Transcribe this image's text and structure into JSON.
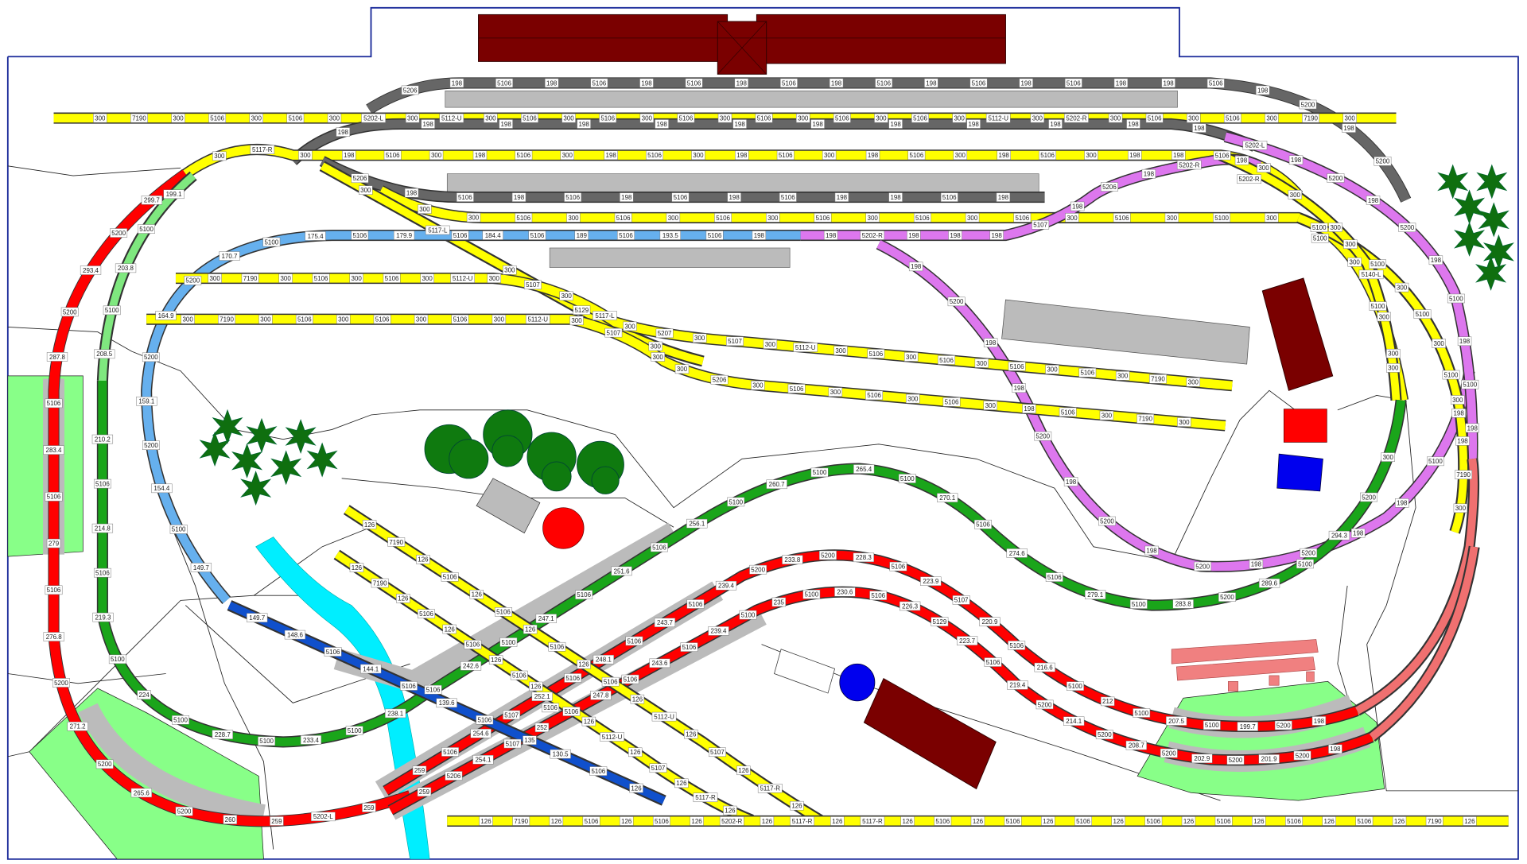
{
  "title": "Model railway track plan",
  "colors": {
    "yellow": "#ffff00",
    "grey_track": "#666666",
    "red": "#ff0000",
    "salmon": "#f07070",
    "green": "#1aa51a",
    "light_green": "#7fe87f",
    "light_blue": "#66b0ee",
    "dark_blue": "#1050cc",
    "pink": "#dd77ee",
    "river": "#00eeff",
    "building": "#7a0000",
    "platform": "#bbbbbb",
    "grass": "#88ff88",
    "board_edge": "#1a2a9a",
    "tree": "#0f6f0f"
  },
  "tracks": {
    "grey_top": [
      "5206",
      "198",
      "5106",
      "198",
      "5106",
      "198",
      "5106",
      "198",
      "5106",
      "198",
      "5106",
      "198",
      "5106",
      "198",
      "5106",
      "198",
      "198",
      "5106",
      "198",
      "5200",
      "198",
      "5200"
    ],
    "yellow_top": [
      "300",
      "7190",
      "300",
      "5106",
      "300",
      "5106",
      "300",
      "5202-L",
      "300",
      "5112-U",
      "300",
      "5106",
      "300",
      "5106",
      "300",
      "5106",
      "300",
      "5106",
      "300",
      "5106",
      "300",
      "5106",
      "300",
      "5112-U",
      "300",
      "5202-R",
      "300",
      "5106",
      "300",
      "5106",
      "300",
      "7190",
      "300"
    ],
    "grey_2": [
      "198",
      "198",
      "198",
      "198",
      "198",
      "198",
      "198",
      "198",
      "198",
      "198",
      "198",
      "198"
    ],
    "yellow_2": [
      "300",
      "5117-R",
      "300",
      "198",
      "5106",
      "300",
      "198",
      "5106",
      "300",
      "198",
      "5106",
      "300",
      "198",
      "5106",
      "300",
      "198",
      "5106",
      "300",
      "198",
      "5106",
      "300",
      "198",
      "198",
      "5106",
      "300"
    ],
    "grey_3": [
      "5206",
      "198",
      "5106",
      "198",
      "5106",
      "198",
      "5106",
      "198",
      "5106",
      "198",
      "198",
      "5106",
      "198"
    ],
    "yellow_3": [
      "300",
      "300",
      "5106",
      "300",
      "5106",
      "300",
      "5106",
      "300",
      "5106",
      "300",
      "5106",
      "300",
      "5106",
      "300",
      "5106",
      "300",
      "5100",
      "300",
      "5100",
      "300",
      "5100",
      "300"
    ],
    "light_blue": [
      "149.7",
      "5100",
      "154.4",
      "5200",
      "159.1",
      "5200",
      "164.9",
      "5200",
      "170.7",
      "5100",
      "175.4",
      "5106",
      "179.9",
      "5106",
      "184.4",
      "5106",
      "189",
      "5106",
      "193.5",
      "5106",
      "198"
    ],
    "pink_straight": [
      "198",
      "5202-R",
      "198",
      "198",
      "198",
      "5107",
      "198",
      "5206",
      "198",
      "5202-R",
      "198"
    ],
    "pink_loop": [
      "198",
      "5200",
      "198",
      "198",
      "5200",
      "198",
      "5200",
      "198",
      "5200",
      "198",
      "5200",
      "198",
      "198",
      "5100",
      "198"
    ],
    "pink_right": [
      "5202-L",
      "198",
      "5200",
      "198",
      "5200",
      "198",
      "5100",
      "198",
      "5100",
      "198"
    ],
    "yellow_285": [
      "300",
      "7190",
      "300",
      "5106",
      "300",
      "5106",
      "300",
      "5112-U",
      "300",
      "5107",
      "300",
      "5117-L",
      "300",
      "5207",
      "300",
      "5107",
      "300",
      "5112-U",
      "300",
      "5106",
      "300",
      "5106",
      "300",
      "5106",
      "300",
      "5106",
      "300",
      "7190",
      "300"
    ],
    "yellow_327": [
      "300",
      "7190",
      "300",
      "5106",
      "300",
      "5106",
      "300",
      "5106",
      "300",
      "5112-U",
      "300",
      "5107",
      "300",
      "300",
      "5206",
      "300",
      "5106",
      "300",
      "5106",
      "300",
      "5106",
      "300",
      "198",
      "5106",
      "300",
      "7190",
      "300"
    ],
    "yellow_5117": [
      "300",
      "5117-L",
      "300",
      "5129",
      "300"
    ],
    "red_left": [
      "299.7",
      "5200",
      "293.4",
      "5200",
      "287.8",
      "5106",
      "283.4",
      "5106",
      "279",
      "5106",
      "276.8",
      "5200",
      "271.2",
      "5200",
      "265.6",
      "5200",
      "260",
      "259",
      "5202-L",
      "259"
    ],
    "light_green": [
      "199.1",
      "5100",
      "203.8",
      "5100",
      "208.5"
    ],
    "green": [
      "210.2",
      "5106",
      "214.8",
      "5106",
      "219.3",
      "5100",
      "224",
      "5100",
      "228.7",
      "5100",
      "233.4",
      "5100",
      "238.1",
      "5106",
      "242.6",
      "5100",
      "247.1",
      "5106",
      "251.6",
      "5106",
      "256.1",
      "5100",
      "260.7",
      "5100",
      "265.4",
      "5100",
      "270.1",
      "5106",
      "274.6",
      "5106",
      "279.1",
      "5100",
      "283.8",
      "5200",
      "289.6",
      "5100",
      "294.3",
      "5200",
      "300"
    ],
    "red_upper": [
      "259",
      "5106",
      "254.6",
      "5107",
      "252.1",
      "5106",
      "248.1",
      "5106",
      "243.7",
      "5106",
      "239.4",
      "5200",
      "233.8",
      "5200",
      "228.3",
      "5106",
      "223.9",
      "5107",
      "220.9",
      "5106",
      "216.6",
      "5100",
      "212",
      "5100",
      "207.5",
      "5100",
      "199.7",
      "5200",
      "198"
    ],
    "red_lower": [
      "259",
      "5206",
      "254.1",
      "5107",
      "252",
      "5106",
      "247.8",
      "5106",
      "243.6",
      "5106",
      "239.4",
      "5100",
      "235",
      "5100",
      "230.6",
      "5106",
      "226.3",
      "5129",
      "223.7",
      "5106",
      "219.4",
      "5200",
      "214.1",
      "5200",
      "208.7",
      "5200",
      "202.9",
      "5200",
      "201.9",
      "5200",
      "198"
    ],
    "dark_blue": [
      "149.7",
      "148.6",
      "5106",
      "144.1",
      "5106",
      "139.6",
      "5106",
      "135",
      "130.5",
      "5106",
      "126"
    ],
    "yellow_diag_a": [
      "126",
      "7190",
      "126",
      "5106",
      "126",
      "5106",
      "126",
      "5106",
      "126",
      "5106",
      "126",
      "5112-U",
      "126",
      "5107",
      "126",
      "5117-R",
      "126"
    ],
    "yellow_diag_b": [
      "126",
      "7190",
      "126",
      "5106",
      "126",
      "5106",
      "126",
      "5106",
      "126",
      "5106",
      "126",
      "5112-U",
      "126",
      "5107",
      "126",
      "5117-R",
      "126"
    ],
    "yellow_bottom": [
      "126",
      "7190",
      "126",
      "5106",
      "126",
      "5106",
      "126",
      "5202-R",
      "126",
      "5117-R",
      "126",
      "5117-R",
      "126",
      "5106",
      "126",
      "5106",
      "126",
      "5106",
      "126",
      "5106",
      "126",
      "5106",
      "126",
      "5106",
      "126",
      "5106",
      "126",
      "7190",
      "126"
    ],
    "yellow_right_outer": [
      "5100",
      "300",
      "5100",
      "300",
      "5100",
      "300",
      "5100",
      "300",
      "198",
      "7190",
      "300"
    ],
    "yellow_right_inner": [
      "5202-R",
      "300",
      "300",
      "5140-L",
      "300",
      "300"
    ]
  }
}
